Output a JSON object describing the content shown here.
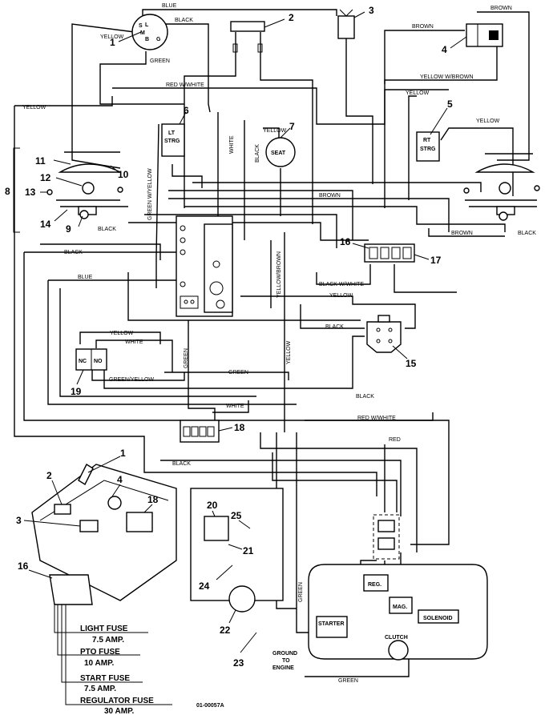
{
  "wire_labels": {
    "blue_top": "BLUE",
    "black_top": "BLACK",
    "yellow_left": "YELLOW",
    "green_top": "GREEN",
    "red_white_top": "RED W/WHITE",
    "brown_tr1": "BROWN",
    "brown_tr2": "BROWN",
    "yellow_brown": "YELLOW W/BROWN",
    "yellow_r": "YELLOW",
    "yellow_r2": "YELLOW",
    "yellow_far_left": "YELLOW",
    "white_mid": "WHITE",
    "black_mid": "BLACK",
    "yellow_seat": "YELLOW",
    "green_yellow_v": "GREEN W/YELLOW",
    "brown_mid": "BROWN",
    "brown_right": "BROWN",
    "black_lamp": "BLACK",
    "black_lamp_r": "BLACK",
    "black_left": "BLACK",
    "blue_left": "BLUE",
    "yellow_brown_v": "YELLOW/BROWN",
    "black_white": "BLACK W/WHITE",
    "yellow_mid": "YELLOW",
    "black_mid2": "BLACK",
    "yellow_sw": "YELLOW",
    "white_sw": "WHITE",
    "green_yellow_h": "GREEN/YELLOW",
    "green_h": "GREEN",
    "green_v": "GREEN",
    "yellow_v": "YELLOW",
    "black_bottom": "BLACK",
    "white_fuse": "WHITE",
    "red_white_b": "RED W/WHITE",
    "red_b": "RED",
    "black_b2": "BLACK",
    "green_engine": "GREEN",
    "green_bottom": "GREEN"
  },
  "component_text": {
    "s": "S",
    "m": "M",
    "b": "B",
    "g": "G",
    "l": "L",
    "lt_strg": [
      "LT",
      "STRG"
    ],
    "rt_strg": [
      "RT",
      "STRG"
    ],
    "seat": "SEAT",
    "nc": "NC",
    "no": "NO",
    "reg": "REG.",
    "mag": "MAG.",
    "solenoid": "SOLENOID",
    "starter": "STARTER",
    "clutch": "CLUTCH",
    "ground": [
      "GROUND",
      "TO",
      "ENGINE"
    ]
  },
  "callouts": [
    "1",
    "2",
    "3",
    "4",
    "5",
    "6",
    "7",
    "8",
    "9",
    "10",
    "11",
    "12",
    "13",
    "14",
    "15",
    "16",
    "17",
    "18",
    "19",
    "1",
    "2",
    "3",
    "4",
    "16",
    "18",
    "20",
    "21",
    "22",
    "23",
    "24",
    "25"
  ],
  "fuses": [
    {
      "name": "LIGHT FUSE",
      "rating": "7.5 AMP."
    },
    {
      "name": "PTO FUSE",
      "rating": "10 AMP."
    },
    {
      "name": "START FUSE",
      "rating": "7.5 AMP."
    },
    {
      "name": "REGULATOR FUSE",
      "rating": "30 AMP."
    }
  ],
  "part_number": "01-00057A"
}
